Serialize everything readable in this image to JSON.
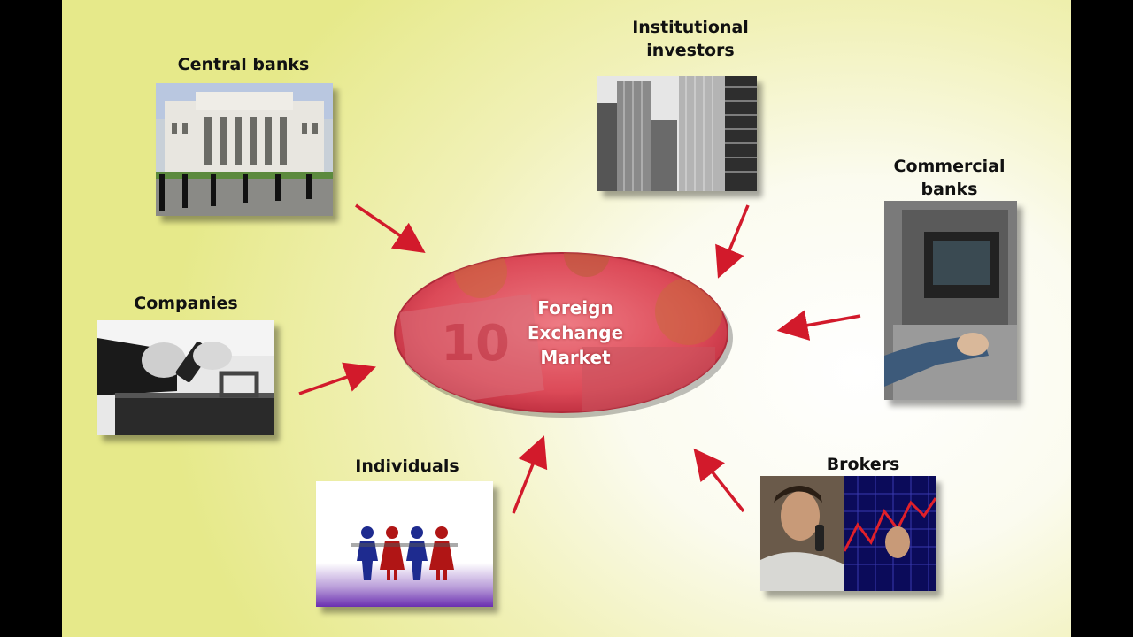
{
  "center": {
    "lines": [
      "Foreign",
      "Exchange",
      "Market"
    ]
  },
  "participants": {
    "central_banks": "Central banks",
    "institutional_investors": [
      "Institutional",
      "investors"
    ],
    "commercial_banks": [
      "Commercial",
      "banks"
    ],
    "companies": "Companies",
    "individuals": "Individuals",
    "brokers": "Brokers"
  },
  "colors": {
    "arrow": "#d21a2b",
    "ellipse": "#e05060",
    "background": "#f1f1b8"
  }
}
